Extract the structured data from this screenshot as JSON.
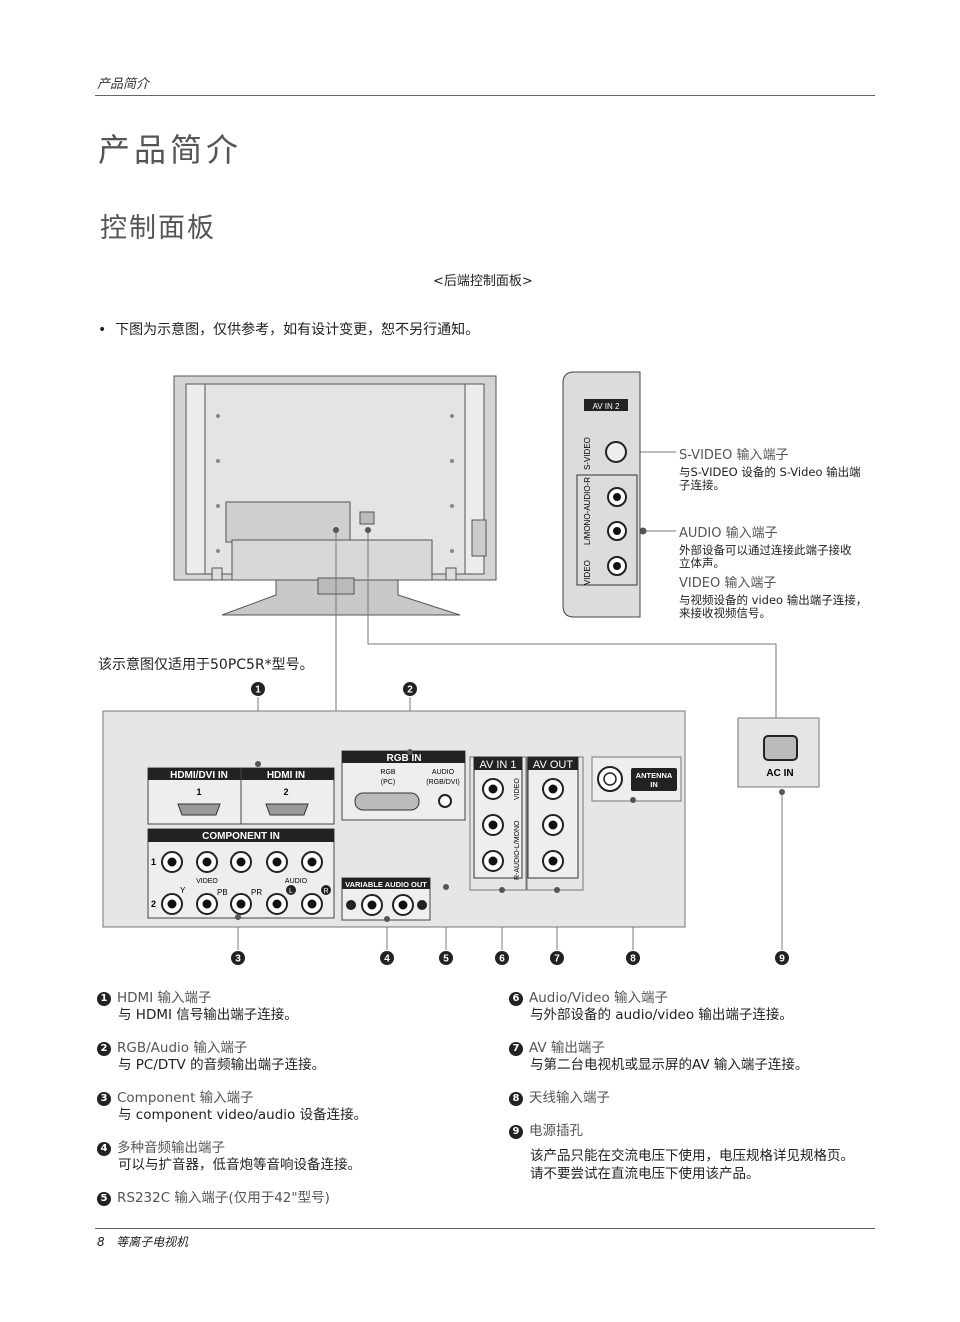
{
  "header": {
    "section": "产品简介"
  },
  "title": "产品简介",
  "subtitle": "控制面板",
  "caption": "<后端控制面板>",
  "note": "下图为示意图，仅供参考，如有设计变更，恕不另行通知。",
  "model_note": "该示意图仅适用于50PC5R*型号。",
  "side_panel": {
    "label": "AV IN 2",
    "svideo": "S-VIDEO",
    "audio_label": "L/MONO-AUDIO-R",
    "video": "VIDEO",
    "callouts": [
      {
        "title": "S-VIDEO 输入端子",
        "desc": [
          "与S-VIDEO 设备的 S-Video 输出端",
          "子连接。"
        ]
      },
      {
        "title": "AUDIO 输入端子",
        "desc": [
          "外部设备可以通过连接此端子接收",
          "立体声。"
        ]
      },
      {
        "title": "VIDEO 输入端子",
        "desc": [
          "与视频设备的 video 输出端子连接，",
          "来接收视频信号。"
        ]
      }
    ]
  },
  "panel": {
    "hdmi1": "HDMI/DVI IN",
    "hdmi2": "HDMI IN",
    "hdmi1_num": "1",
    "hdmi2_num": "2",
    "rgb_in": "RGB IN",
    "rgb": "RGB",
    "rgb_pc": "(PC)",
    "audio": "AUDIO",
    "audio_rgb": "(RGB/DVI)",
    "component": "COMPONENT IN",
    "row1": "1",
    "row2": "2",
    "video": "VIDEO",
    "audio_c": "AUDIO",
    "y": "Y",
    "pb": "PB",
    "pr": "PR",
    "l": "L",
    "r": "R",
    "variable": "VARIABLE AUDIO OUT",
    "av_in1": "AV IN 1",
    "av_out": "AV OUT",
    "av_video": "VIDEO",
    "av_audio": "R-AUDIO-L/MONO",
    "antenna": "ANTENNA",
    "antenna_in": "IN",
    "ac_in": "AC IN"
  },
  "markers": [
    "1",
    "2",
    "3",
    "4",
    "5",
    "6",
    "7",
    "8",
    "9"
  ],
  "descriptions": [
    {
      "num": "1",
      "title": "HDMI 输入端子",
      "desc": "与 HDMI 信号输出端子连接。"
    },
    {
      "num": "2",
      "title": "RGB/Audio 输入端子",
      "desc": "与 PC/DTV 的音频输出端子连接。"
    },
    {
      "num": "3",
      "title": "Component 输入端子",
      "desc": "与 component video/audio 设备连接。"
    },
    {
      "num": "4",
      "title": "多种音频输出端子",
      "desc": "可以与扩音器，低音炮等音响设备连接。"
    },
    {
      "num": "5",
      "title": "RS232C 输入端子(仅用于42\"型号)",
      "desc": ""
    },
    {
      "num": "6",
      "title": "Audio/Video 输入端子",
      "desc": "与外部设备的 audio/video 输出端子连接。"
    },
    {
      "num": "7",
      "title": "AV 输出端子",
      "desc": "与第二台电视机或显示屏的AV 输入端子连接。"
    },
    {
      "num": "8",
      "title": "天线输入端子",
      "desc": ""
    },
    {
      "num": "9",
      "title": "电源插孔",
      "desc": "该产品只能在交流电压下使用，电压规格详见规格页。",
      "desc2": "请不要尝试在直流电压下使用该产品。"
    }
  ],
  "footer": {
    "page": "8",
    "text": "等离子电视机"
  }
}
